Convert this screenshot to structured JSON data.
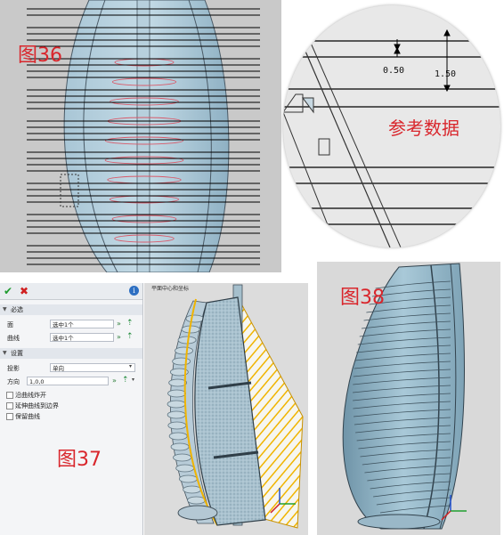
{
  "figures": {
    "fig36_label": "图36",
    "fig37_label": "图37",
    "fig38_label": "图38"
  },
  "zoom_inset": {
    "value_small": "0.50",
    "value_large": "1.50",
    "reference_label": "参考数据"
  },
  "viewport37": {
    "title_text": "平面中心和坐标"
  },
  "panel": {
    "section_required": "必选",
    "face_label": "面",
    "face_value": "选中1个",
    "curve_label": "曲线",
    "curve_value": "选中1个",
    "section_settings": "设置",
    "projection_label": "投影",
    "projection_value": "单向",
    "direction_label": "方向",
    "direction_value": "1,0,0",
    "opt_split": "沿曲线炸开",
    "opt_extend": "延伸曲线到边界",
    "opt_keep": "保留曲线",
    "ok_icon": "check-icon",
    "cancel_icon": "close-icon",
    "help_icon": "info-icon"
  },
  "colors": {
    "accent_red": "#d9262c",
    "model_blue": "#9fbfd0",
    "highlight_yellow": "#f0b400",
    "viewport_gray": "#c8c8c8"
  }
}
